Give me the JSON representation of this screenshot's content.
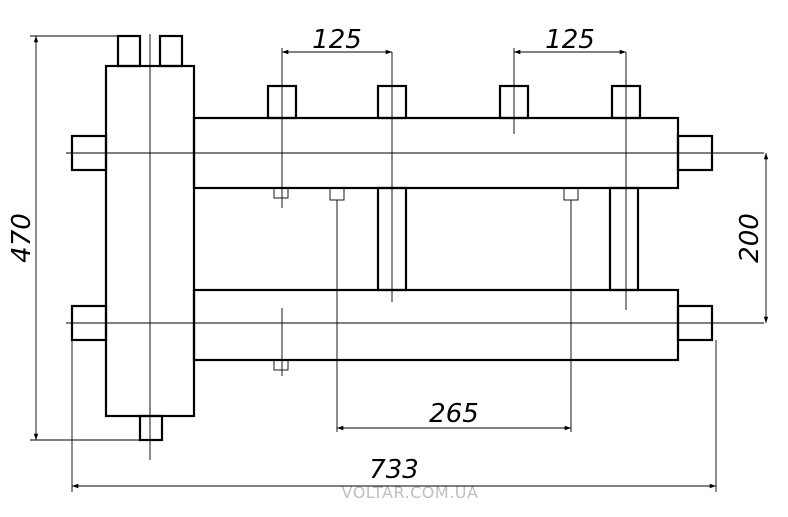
{
  "dimensions": {
    "spacing_left": "125",
    "spacing_right": "125",
    "height_total": "470",
    "height_between_headers": "200",
    "span_bottom": "265",
    "width_total": "733"
  },
  "watermark": "VOLTAR.COM.UA"
}
